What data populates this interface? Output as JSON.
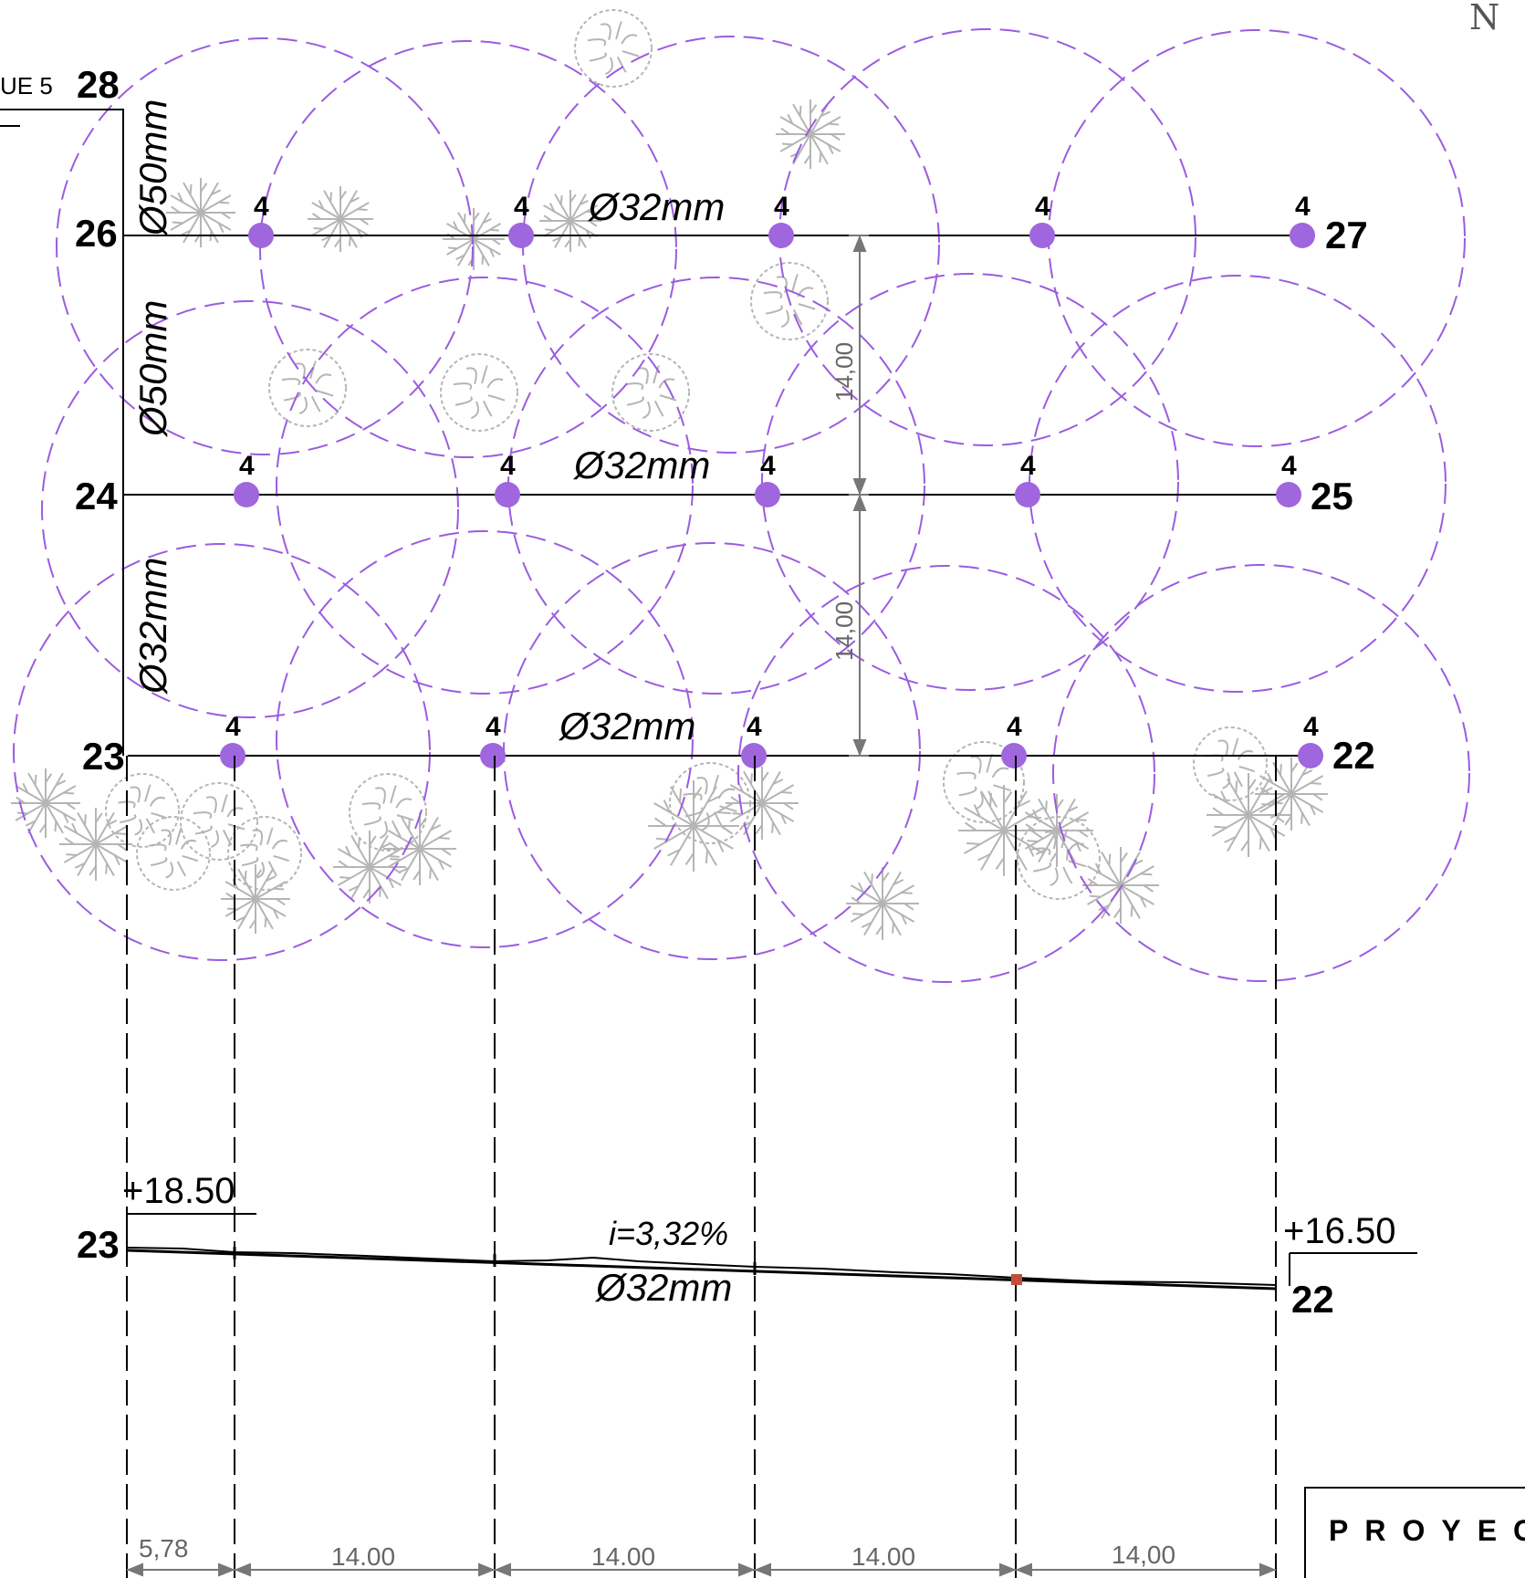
{
  "north_mark": "N",
  "block_label": "UE 5",
  "title_box": "PROYEC",
  "nodes": {
    "n28": "28",
    "n26": "26",
    "n27": "27",
    "n24": "24",
    "n25": "25",
    "n23": "23",
    "n22": "22"
  },
  "pipes": {
    "row1": "Ø32mm",
    "row2": "Ø32mm",
    "row3": "Ø32mm",
    "vertical_top": "Ø50mm",
    "vertical_mid": "Ø50mm",
    "vertical_bottom": "Ø32mm"
  },
  "sprinkler_count": "4",
  "spacing": {
    "vertical_1": "14,00",
    "vertical_2": "14,00"
  },
  "profile": {
    "start_node": "23",
    "end_node": "22",
    "start_elevation": "+18.50",
    "end_elevation": "+16.50",
    "slope": "i=3,32%",
    "pipe": "Ø32mm",
    "distances": [
      "5,78",
      "14.00",
      "14.00",
      "14.00",
      "14,00"
    ]
  },
  "colors": {
    "sprinkler": "#a066dd",
    "coverage": "#9a5ce0",
    "pipe": "#000000",
    "tree": "#b5b5b5",
    "dimension": "#777777"
  }
}
